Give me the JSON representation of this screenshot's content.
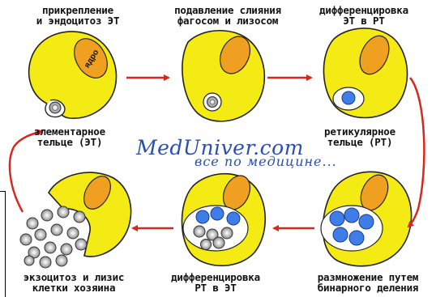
{
  "labels": {
    "stage1": "прикрепление\nи эндоцитоз ЭТ",
    "stage2": "подавление слияния\nфагосом и лизосом",
    "stage3": "дифференцировка\nЭТ в РТ",
    "elementary_body": "элементарное\nтельце (ЭТ)",
    "reticular_body": "ретикулярное\nтельце (РТ)",
    "stage4": "размножение путем\nбинарного деления",
    "stage5": "дифференцировка\nРТ в ЭТ",
    "stage6": "экзоцитоз и лизис\nклетки хозяина",
    "nucleus": "ядро"
  },
  "watermark": {
    "site": "MedUniver.com",
    "tagline": "все по медицине..."
  },
  "colors": {
    "cell_fill": "#f4ea14",
    "nucleus_fill": "#f0a020",
    "vacuole_fill": "#ffffff",
    "rt_fill": "#3f7de8",
    "et_fill": "#b8b8b8",
    "arrow": "#d8281c",
    "watermark": "#2a4fb0"
  }
}
